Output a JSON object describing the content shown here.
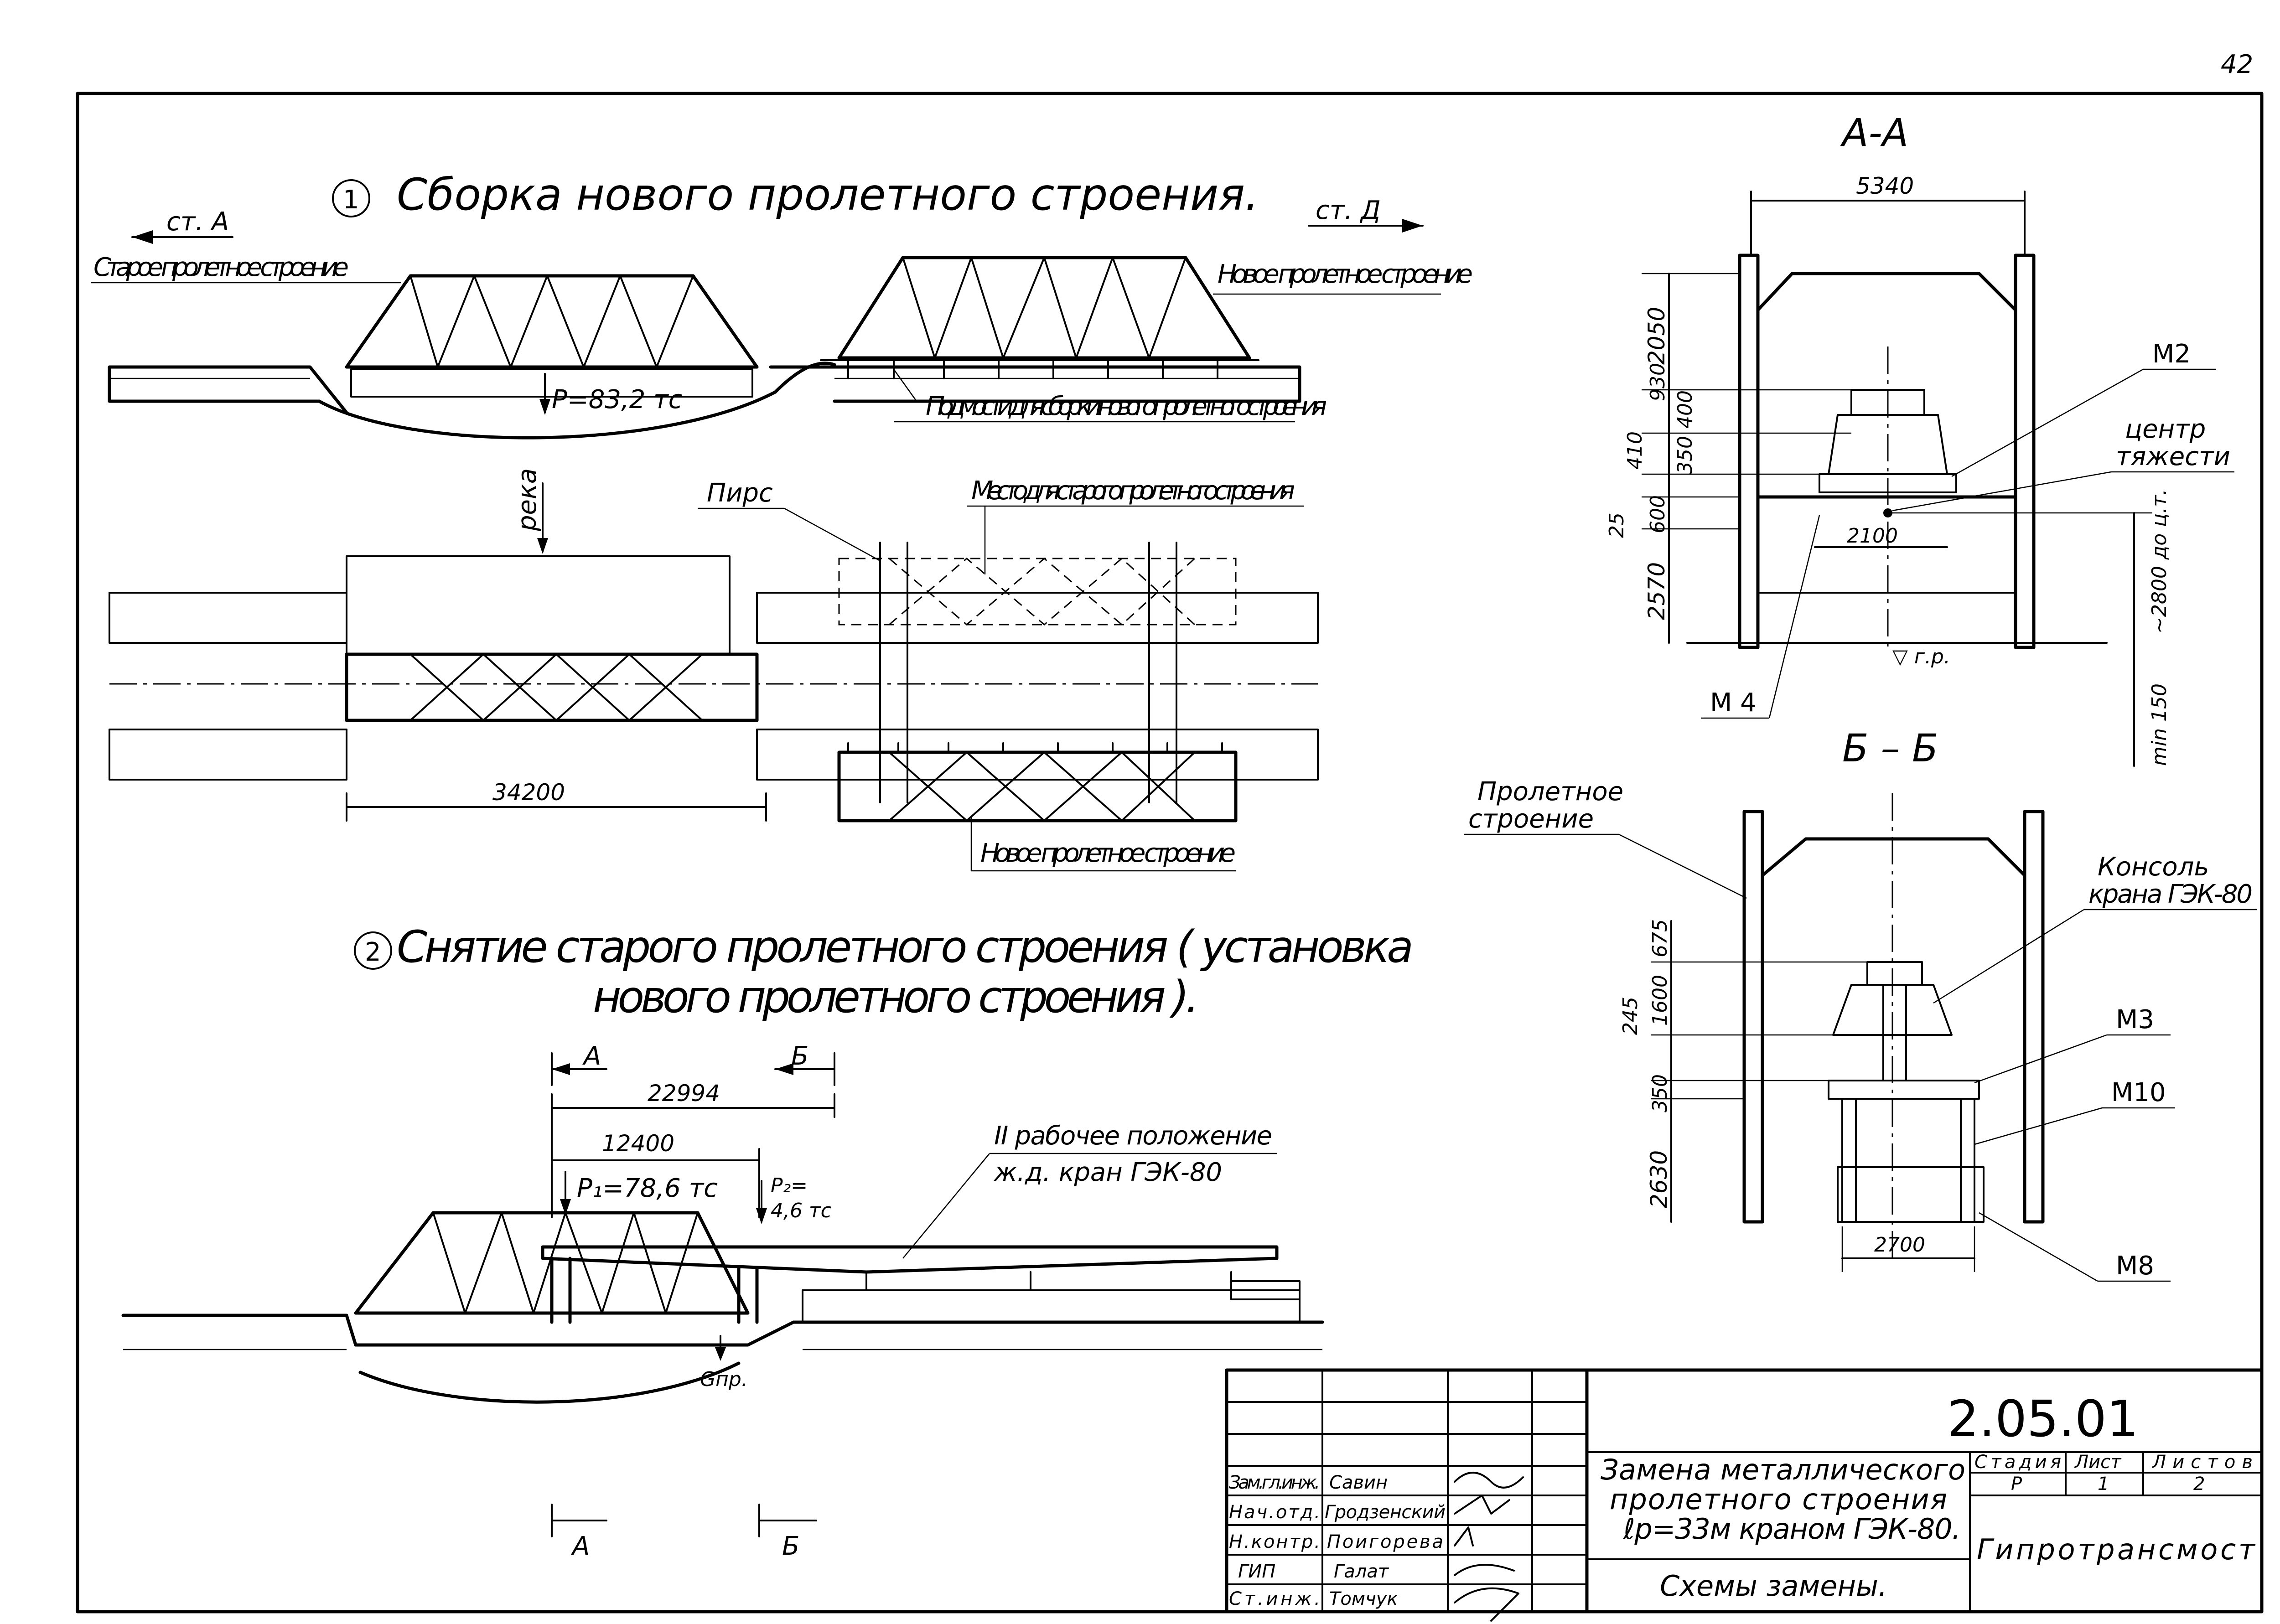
{
  "page_number": "42",
  "drawing_code": "2.05.01",
  "scheme1": {
    "number": "1",
    "title": "Сборка нового пролетного строения.",
    "station_left": "ст. А",
    "station_right": "ст. Д",
    "old_span": "Старое пролетное строение",
    "new_span": "Новое пролетное строение",
    "load": "Р=83,2 тс",
    "scaffold": "Подмости для сборки нового пролетного строения",
    "river": "река",
    "pier": "Пирс",
    "old_span_place": "Место для старого пролетного строения",
    "new_span_plan": "Новое пролетное строение",
    "span_length": "34200"
  },
  "scheme2": {
    "number": "2",
    "title_line1": "Снятие старого пролетного строения  ( установка",
    "title_line2": "нового пролетного строения ).",
    "dim_total": "22994",
    "dim_part": "12400",
    "load_p1": "Р₁=78,6 тс",
    "load_p2": "Р₂=",
    "load_p2_value": "4,6 тс",
    "gpr": "Gпр.",
    "position_note": "II рабочее положение",
    "crane_note": "ж.д. кран ГЭК-80",
    "cut_a": "А",
    "cut_b": "Б"
  },
  "section_aa": {
    "title": "А-А",
    "width": "5340",
    "dims_left": [
      "2050",
      "930",
      "400",
      "410",
      "350",
      "25",
      "600",
      "2570"
    ],
    "dim_2100": "2100",
    "dim_right": "~2800 до ц.т.",
    "dim_min": "min 150",
    "ground": "▽ г.р.",
    "m2": "М2",
    "m4": "М 4",
    "center_line1": "центр",
    "center_line2": "тяжести"
  },
  "section_bb": {
    "title": "Б – Б",
    "span_label_line1": "Пролетное",
    "span_label_line2": "строение",
    "console_line1": "Консоль",
    "console_line2": "крана ГЭК-80",
    "dims_left": [
      "675",
      "1600",
      "245",
      "350",
      "2630"
    ],
    "dim_2700": "2700",
    "m3": "М3",
    "m10": "М10",
    "m8": "М8"
  },
  "title_block": {
    "rows": [
      {
        "role": "Зам.гл.инж.",
        "name": "Савин"
      },
      {
        "role": "Нач.отд.",
        "name": "Гродзенский"
      },
      {
        "role": "Н.контр.",
        "name": "Поигорева"
      },
      {
        "role": "ГИП",
        "name": "Галат"
      },
      {
        "role": "Ст.инж.",
        "name": "Томчук"
      }
    ],
    "description_line1": "Замена металлического",
    "description_line2": "пролетного строения",
    "description_line3": "ℓр=33м  краном ГЭК-80.",
    "sheet_name": "Схемы замены.",
    "stage_header": "Стадия",
    "sheet_header": "Лист",
    "sheets_header": "Листов",
    "stage": "Р",
    "sheet": "1",
    "sheets": "2",
    "organization": "Гипротрансмост"
  }
}
